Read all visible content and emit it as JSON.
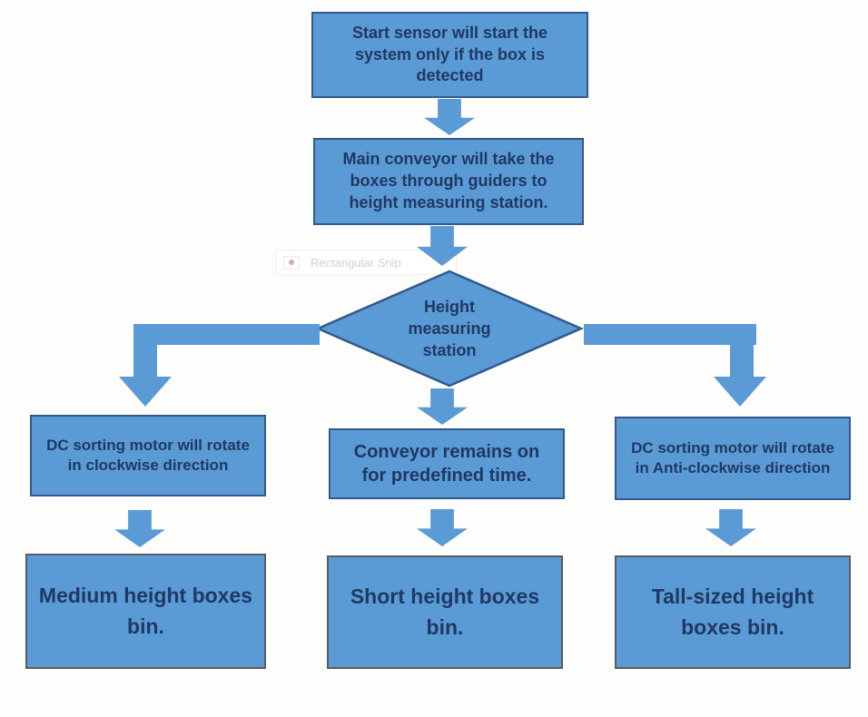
{
  "diagram": {
    "type": "flowchart",
    "nodes": {
      "start": {
        "label": "Start sensor will start the system only if the box is detected",
        "shape": "rectangle"
      },
      "conveyor": {
        "label": "Main conveyor will take the boxes through guiders to height measuring station.",
        "shape": "rectangle"
      },
      "decision": {
        "label": "Height measuring station",
        "shape": "diamond"
      },
      "proc_left": {
        "label": "DC sorting motor will rotate in clockwise direction",
        "shape": "rectangle"
      },
      "proc_mid": {
        "label": "Conveyor remains on for predefined time.",
        "shape": "rectangle"
      },
      "proc_right": {
        "label": "DC sorting motor will rotate in Anti-clockwise direction",
        "shape": "rectangle"
      },
      "bin_left": {
        "label": "Medium height boxes bin.",
        "shape": "rectangle"
      },
      "bin_mid": {
        "label": "Short height boxes bin.",
        "shape": "rectangle"
      },
      "bin_right": {
        "label": "Tall-sized height boxes bin.",
        "shape": "rectangle"
      }
    },
    "edges": [
      {
        "from": "start",
        "to": "conveyor",
        "style": "block-arrow-down"
      },
      {
        "from": "conveyor",
        "to": "decision",
        "style": "block-arrow-down"
      },
      {
        "from": "decision",
        "to": "proc_left",
        "style": "elbow-left-down"
      },
      {
        "from": "decision",
        "to": "proc_mid",
        "style": "block-arrow-down"
      },
      {
        "from": "decision",
        "to": "proc_right",
        "style": "elbow-right-down"
      },
      {
        "from": "proc_left",
        "to": "bin_left",
        "style": "block-arrow-down"
      },
      {
        "from": "proc_mid",
        "to": "bin_mid",
        "style": "block-arrow-down"
      },
      {
        "from": "proc_right",
        "to": "bin_right",
        "style": "block-arrow-down"
      }
    ],
    "ghost_tooltip": {
      "label": "Rectangular Snip"
    },
    "colors": {
      "node_fill": "#5b9bd5",
      "node_border": "#31598c",
      "bin_border": "#585d64",
      "arrow_fill": "#5b9bd5",
      "text": "#1f3864",
      "ghost_text": "#ccd1d8",
      "background": "#fdfdfc"
    }
  }
}
